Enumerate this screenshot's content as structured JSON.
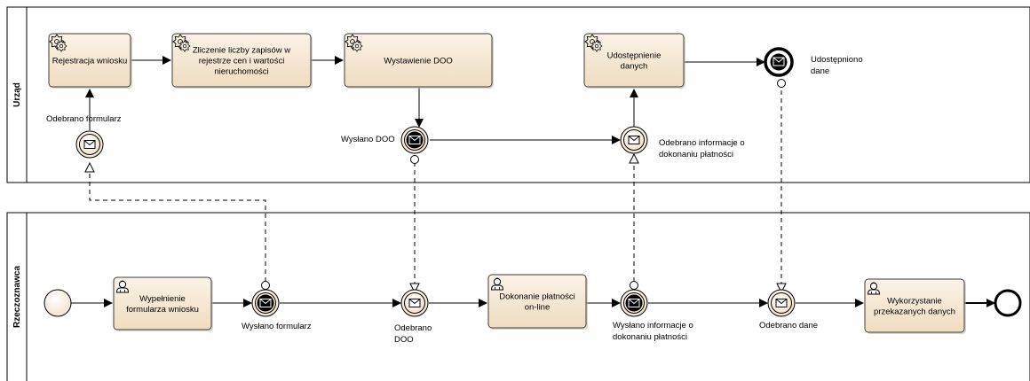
{
  "lanes": {
    "urzad": "Urząd",
    "rzeczoznawca": "Rzeczoznawca"
  },
  "tasks": {
    "rejestracja": [
      "Rejestracja wniosku"
    ],
    "zliczenie": [
      "Zliczenie liczby zapisów w",
      "rejestrze cen i wartości",
      "nieruchomości"
    ],
    "wystawienie": [
      "Wystawienie DOO"
    ],
    "udostepnienie": [
      "Udostępnienie",
      "danych"
    ],
    "wypelnienie": [
      "Wypełnienie",
      "formularza wniosku"
    ],
    "dokonanie": [
      "Dokonanie płatności",
      "on-line"
    ],
    "wykorzystanie": [
      "Wykorzystanie",
      "przekazanych danych"
    ]
  },
  "events": {
    "odebrano_formularz": [
      "Odebrano formularz"
    ],
    "wyslano_doo": [
      "Wysłano DOO"
    ],
    "odebrano_info": [
      "Odebrano informacje o",
      "dokonaniu płatności"
    ],
    "udostepniono": [
      "Udostępniono",
      "dane"
    ],
    "wyslano_formularz": [
      "Wysłano formularz"
    ],
    "odebrano_doo": [
      "Odebrano",
      "DOO"
    ],
    "wyslano_info": [
      "Wysłano informacje o",
      "dokonaniu płatności"
    ],
    "odebrano_dane": [
      "Odebrano dane"
    ]
  },
  "colors": {
    "task_fill": "#f6ecdc",
    "task_stroke": "#3b3b3b",
    "line": "#000000"
  }
}
